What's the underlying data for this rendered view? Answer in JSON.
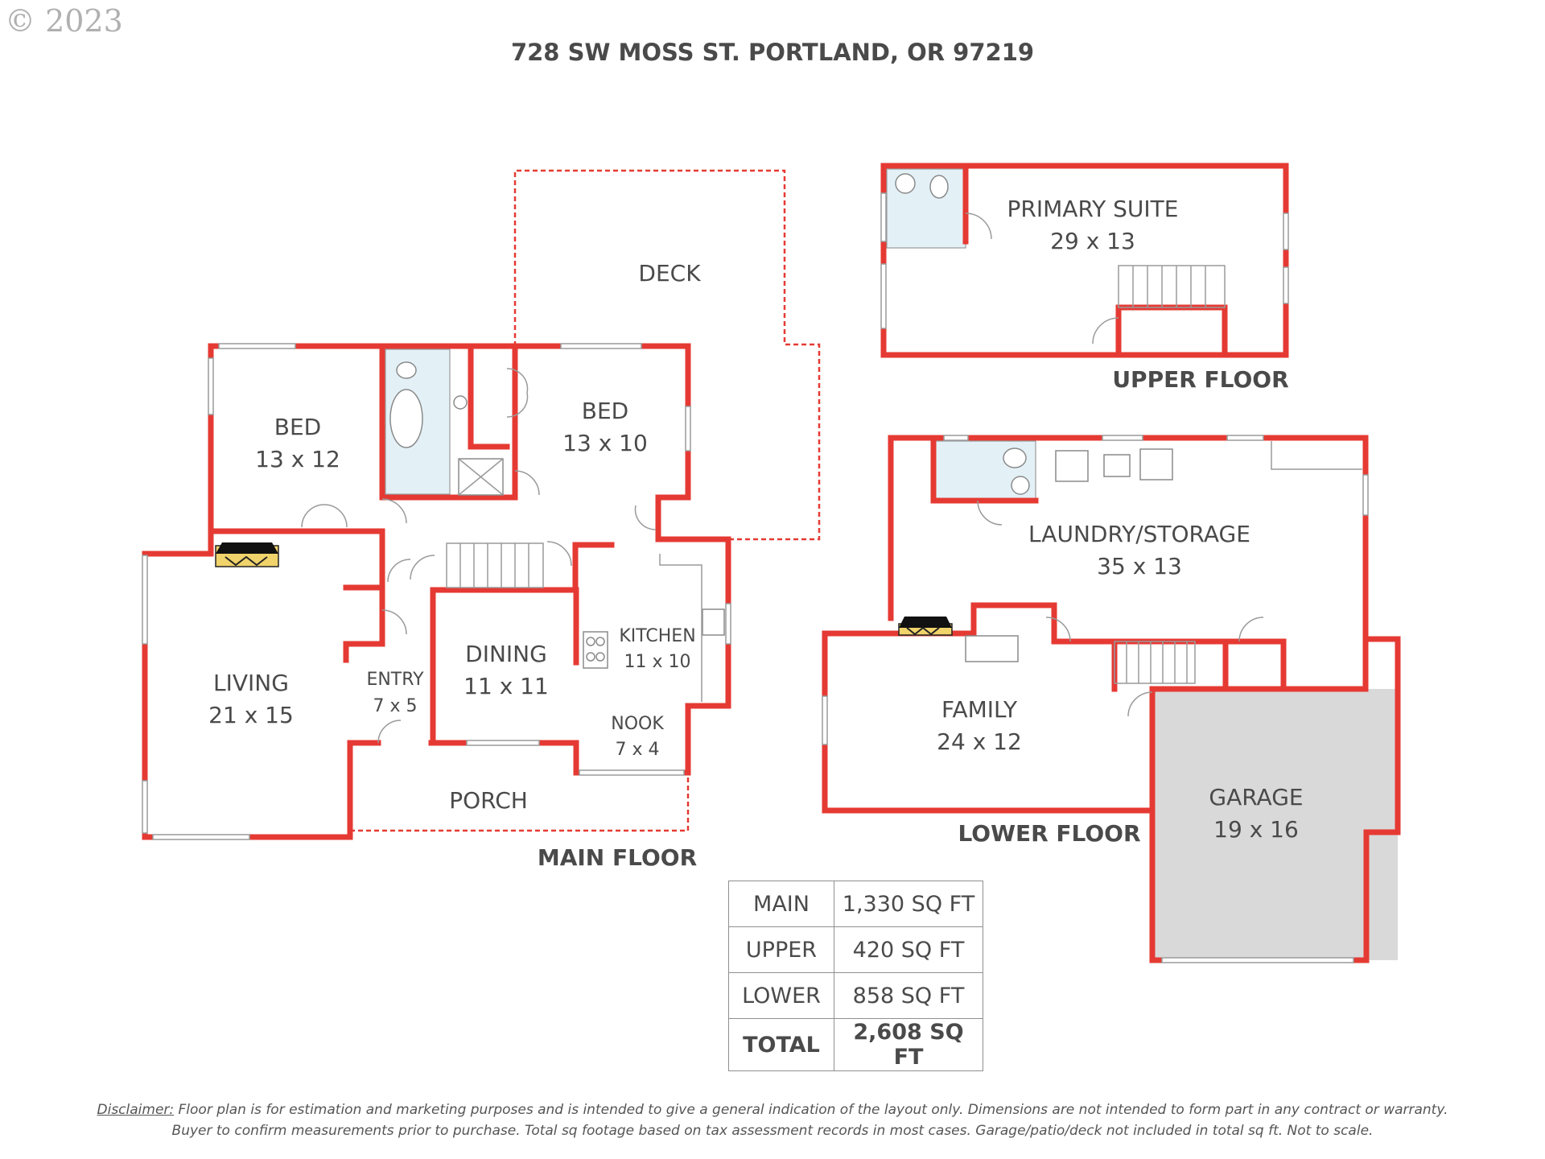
{
  "copyright": "© 2023",
  "title": "728 SW MOSS ST. PORTLAND, OR 97219",
  "floors": {
    "main": {
      "label": "MAIN FLOOR",
      "rooms": {
        "deck": {
          "name": "DECK"
        },
        "bed1": {
          "name": "BED",
          "dims": "13 x 12"
        },
        "bed2": {
          "name": "BED",
          "dims": "13 x 10"
        },
        "living": {
          "name": "LIVING",
          "dims": "21 x 15"
        },
        "entry": {
          "name": "ENTRY",
          "dims": "7 x 5"
        },
        "dining": {
          "name": "DINING",
          "dims": "11 x 11"
        },
        "kitchen": {
          "name": "KITCHEN",
          "dims": "11 x 10"
        },
        "nook": {
          "name": "NOOK",
          "dims": "7 x 4"
        },
        "porch": {
          "name": "PORCH"
        }
      }
    },
    "upper": {
      "label": "UPPER FLOOR",
      "rooms": {
        "primary": {
          "name": "PRIMARY SUITE",
          "dims": "29 x 13"
        }
      }
    },
    "lower": {
      "label": "LOWER FLOOR",
      "rooms": {
        "laundry": {
          "name": "LAUNDRY/STORAGE",
          "dims": "35 x 13"
        },
        "family": {
          "name": "FAMILY",
          "dims": "24 x 12"
        },
        "garage": {
          "name": "GARAGE",
          "dims": "19 x 16"
        }
      }
    }
  },
  "area_table": [
    {
      "label": "MAIN",
      "value": "1,330 SQ FT"
    },
    {
      "label": "UPPER",
      "value": "420 SQ FT"
    },
    {
      "label": "LOWER",
      "value": "858 SQ FT"
    },
    {
      "label": "TOTAL",
      "value": "2,608 SQ FT"
    }
  ],
  "disclaimer": {
    "label": "Disclaimer:",
    "line1": " Floor plan is for estimation and marketing purposes and is intended to give a general indication of the layout only. Dimensions are not intended to form part in any contract or warranty.",
    "line2": "Buyer to confirm measurements  prior to purchase. Total sq footage based on tax assessment records in most cases. Garage/patio/deck not included in total sq ft. Not to scale."
  },
  "colors": {
    "wall": "#e53a33",
    "garage_fill": "#d9d9d9",
    "bath_fill": "#e3f1f7",
    "fireplace": "#f0d36b"
  }
}
